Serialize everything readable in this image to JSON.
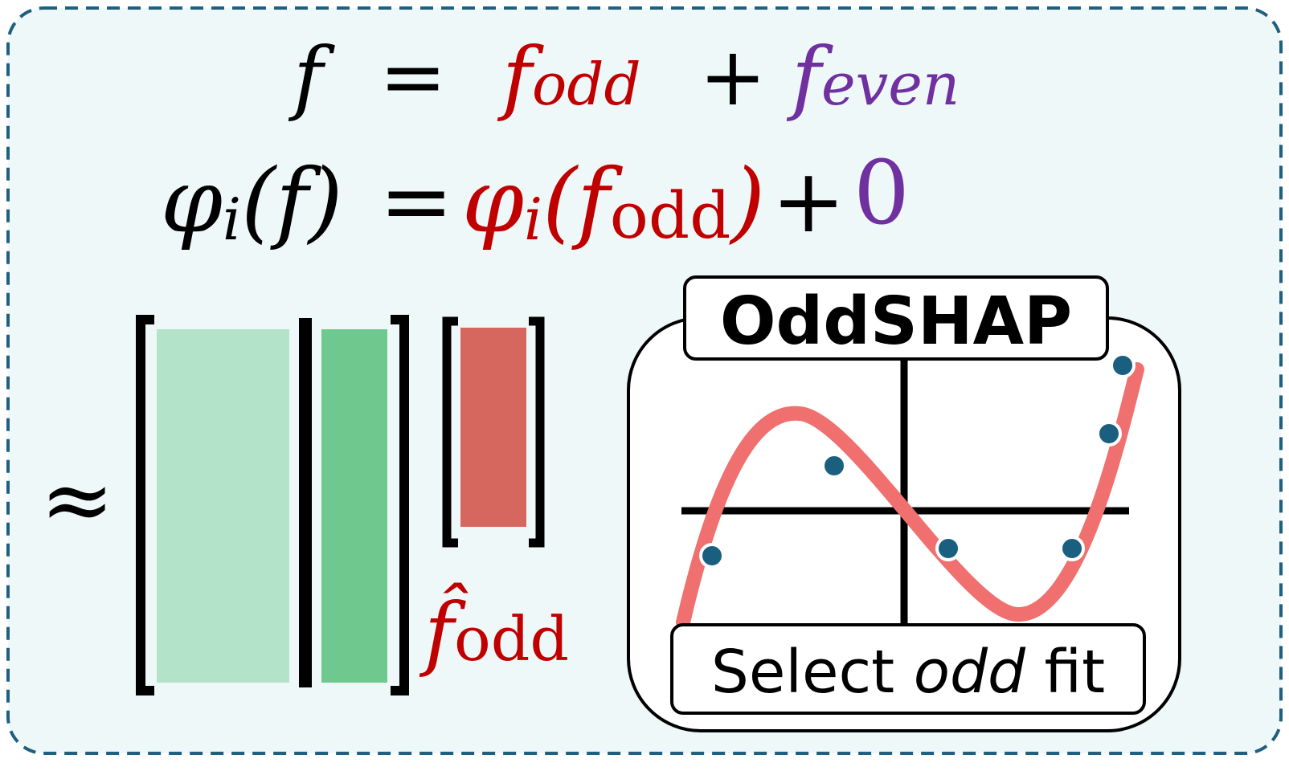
{
  "equation1": {
    "lhs": "f",
    "equals": "=",
    "term1_base": "f",
    "term1_sub": "odd",
    "plus": "+",
    "term2_base": "f",
    "term2_sub": "even"
  },
  "equation2": {
    "lhs_phi": "φ",
    "lhs_i": "i",
    "lhs_arg": "(f)",
    "equals": "=",
    "rhs_phi": "φ",
    "rhs_i": "i",
    "rhs_open": "(",
    "rhs_f": "f",
    "rhs_sub": "odd",
    "rhs_close": ")",
    "plus": "+",
    "zero": "0"
  },
  "approx": "≈",
  "fhat": {
    "base": "f̂",
    "sub": "odd"
  },
  "panel": {
    "title": "OddSHAP",
    "caption_pre": "Select ",
    "caption_em": "odd",
    "caption_post": " fit"
  },
  "colors": {
    "odd": "#c00000",
    "even": "#7030a0",
    "border": "#1f5f7f",
    "background": "#eef8f8",
    "light_green": "#b3e3c8",
    "green": "#6fc88e",
    "red_block": "#d6675f",
    "curve": "#f07070",
    "points": "#1a5f80"
  }
}
